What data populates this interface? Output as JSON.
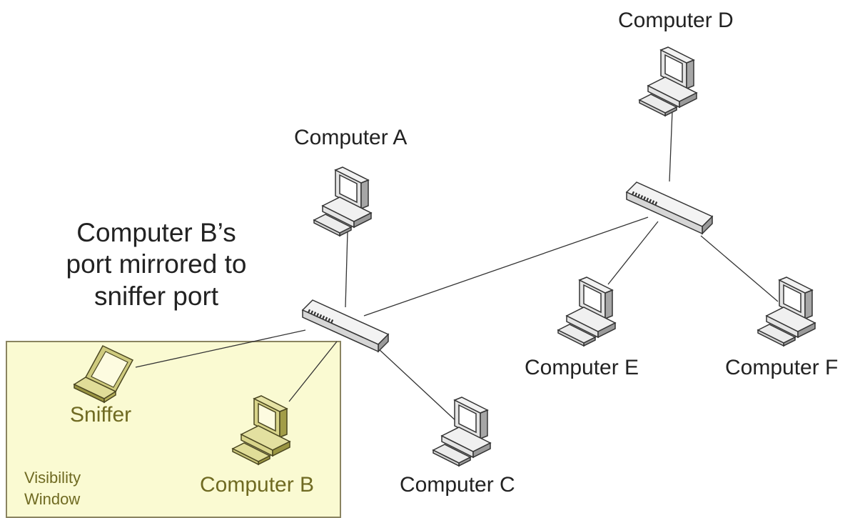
{
  "labels": {
    "computer_a": "Computer A",
    "computer_b": "Computer B",
    "computer_c": "Computer C",
    "computer_d": "Computer D",
    "computer_e": "Computer E",
    "computer_f": "Computer F",
    "sniffer": "Sniffer",
    "visibility_window": [
      "Visibility",
      "Window"
    ],
    "mirror_note": [
      "Computer B’s",
      "port mirrored to",
      "sniffer port"
    ]
  },
  "nodes": [
    {
      "id": "computer-a",
      "kind": "desktop"
    },
    {
      "id": "computer-b",
      "kind": "desktop"
    },
    {
      "id": "computer-c",
      "kind": "desktop"
    },
    {
      "id": "computer-d",
      "kind": "desktop"
    },
    {
      "id": "computer-e",
      "kind": "desktop"
    },
    {
      "id": "computer-f",
      "kind": "desktop"
    },
    {
      "id": "sniffer",
      "kind": "laptop"
    },
    {
      "id": "switch-left",
      "kind": "switch"
    },
    {
      "id": "switch-right",
      "kind": "switch"
    }
  ],
  "links": [
    [
      "switch-left",
      "computer-a"
    ],
    [
      "switch-left",
      "sniffer"
    ],
    [
      "switch-left",
      "computer-b"
    ],
    [
      "switch-left",
      "computer-c"
    ],
    [
      "switch-left",
      "switch-right"
    ],
    [
      "switch-right",
      "computer-d"
    ],
    [
      "switch-right",
      "computer-e"
    ],
    [
      "switch-right",
      "computer-f"
    ]
  ],
  "colors": {
    "visibility_fill": "#fafad2",
    "visibility_border": "#8a8460",
    "device_gray": "#d9d9d9",
    "device_olive": "#c9c77a",
    "label_olive": "#6f6a22",
    "link": "#333333"
  }
}
